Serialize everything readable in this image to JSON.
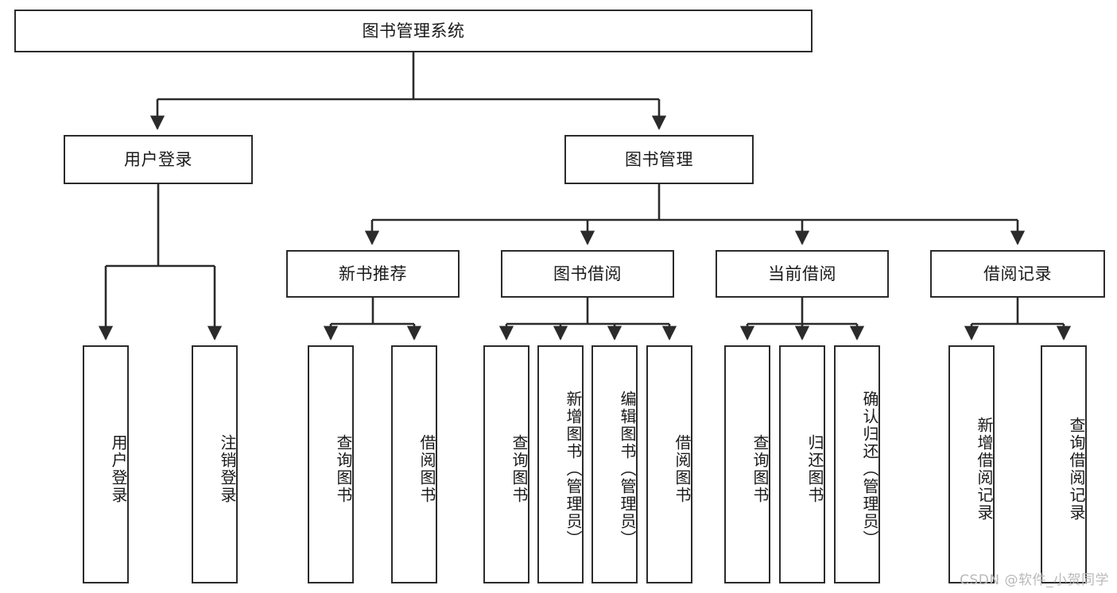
{
  "diagram": {
    "title": "图书管理系统",
    "type": "tree",
    "colors": {
      "background": "#ffffff",
      "border": "#2b2b2b",
      "text": "#1a1a1a",
      "edge": "#2b2b2b",
      "watermark": "#b9b9b9"
    },
    "root": {
      "label": "图书管理系统"
    },
    "level2": [
      {
        "label": "用户登录"
      },
      {
        "label": "图书管理"
      }
    ],
    "level3": [
      {
        "label": "新书推荐"
      },
      {
        "label": "图书借阅"
      },
      {
        "label": "当前借阅"
      },
      {
        "label": "借阅记录"
      }
    ],
    "leaves": {
      "user_login": [
        {
          "label": "用户登录"
        },
        {
          "label": "注销登录"
        }
      ],
      "new_book": [
        {
          "label": "查询图书"
        },
        {
          "label": "借阅图书"
        }
      ],
      "book_borrow": [
        {
          "label": "查询图书"
        },
        {
          "label": "新增图书（管理员）"
        },
        {
          "label": "编辑图书（管理员）"
        },
        {
          "label": "借阅图书"
        }
      ],
      "current_borrow": [
        {
          "label": "查询图书"
        },
        {
          "label": "归还图书"
        },
        {
          "label": "确认归还（管理员）"
        }
      ],
      "borrow_record": [
        {
          "label": "新增借阅记录"
        },
        {
          "label": "查询借阅记录"
        }
      ]
    }
  },
  "watermark": {
    "text": "CSDN @软件_小贺同学"
  }
}
